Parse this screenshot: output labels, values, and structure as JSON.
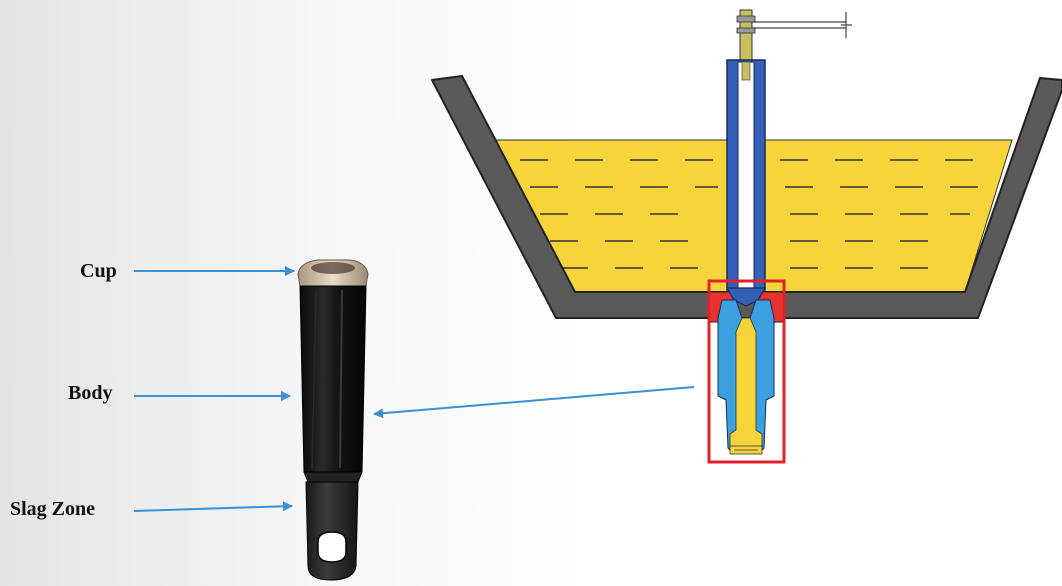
{
  "labels": {
    "cup": "Cup",
    "body": "Body",
    "slag_zone": "Slag Zone"
  },
  "colors": {
    "molten_steel": "#f7d43a",
    "ladle_wall": "#4a4a4a",
    "ladle_lining": "#5a5a5a",
    "stopper_rod": "#3460b8",
    "nozzle_highlight_box": "#e0202a",
    "refractory_fill": "#e8332c",
    "arrow": "#3a8fd6",
    "nozzle_body": "#141414",
    "nozzle_cup": "#c8b8a0"
  }
}
